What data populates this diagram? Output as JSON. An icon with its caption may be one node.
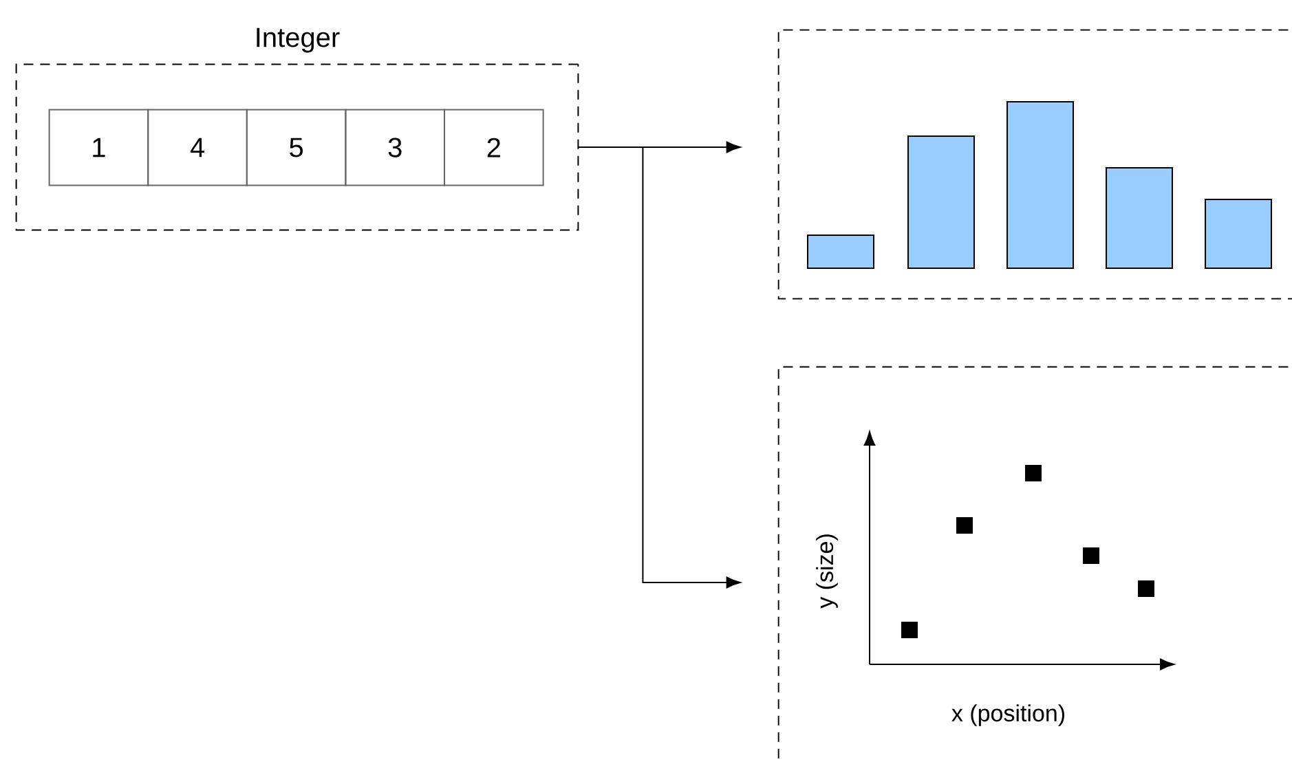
{
  "diagram": {
    "nodes": [
      {
        "text": [
          "Integer"
        ]
      },
      {
        "text": [
          "1"
        ],
        "in": 0
      },
      {
        "text": [
          "4"
        ],
        "in": 0
      },
      {
        "text": [
          "5"
        ],
        "in": 0
      },
      {
        "text": [
          "3"
        ],
        "in": 0
      },
      {
        "text": [
          "2"
        ],
        "in": 0
      },
      {
        "text": [],
        "shape": "box"
      },
      {
        "text": [
          "y (size)",
          "x (position)"
        ]
      }
    ],
    "edges": [
      {
        "from": 0,
        "to": 6,
        "arrow": "to"
      },
      {
        "from": 0,
        "to": 7,
        "arrow": "to"
      }
    ]
  }
}
